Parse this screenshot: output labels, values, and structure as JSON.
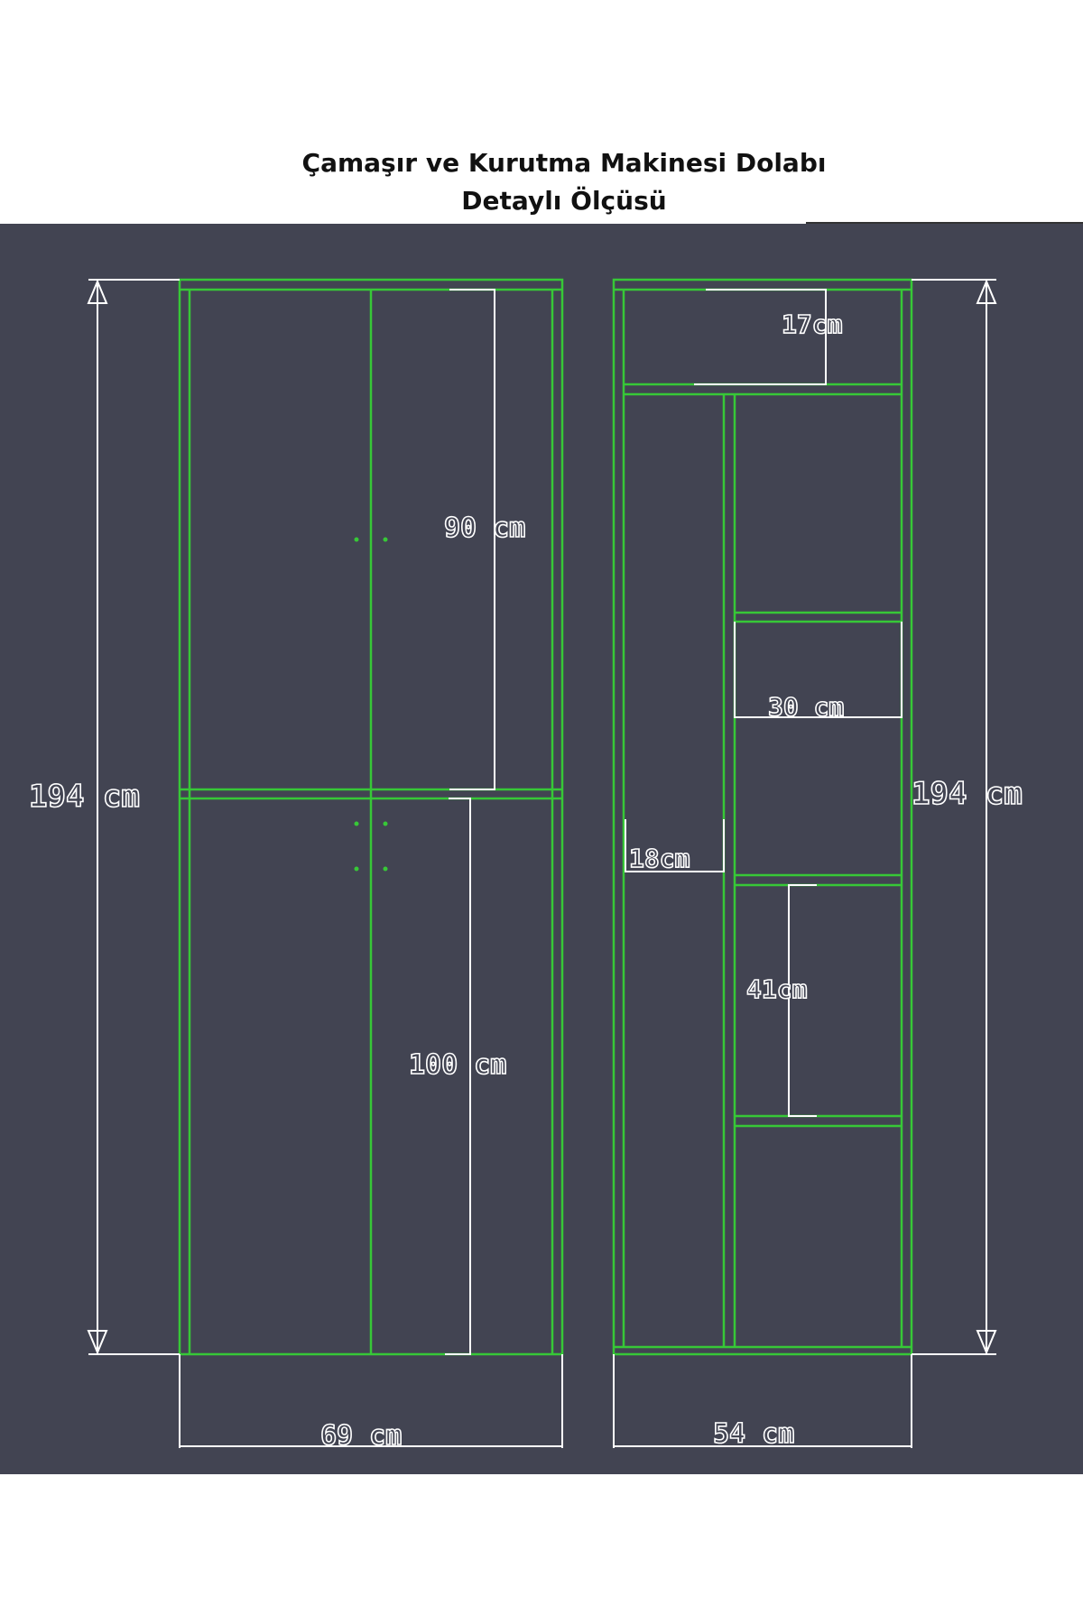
{
  "title": {
    "line1": "Çamaşır ve Kurutma Makinesi Dolabı",
    "line2": "Detaylı Ölçüsü"
  },
  "colors": {
    "background": "#424452",
    "panel_lines": "#37c837",
    "dimension_lines": "#ffffff",
    "title_text": "#111111"
  },
  "front_view": {
    "height_label": "194 cm",
    "width_label": "69 cm",
    "upper_door_label": "90 cm",
    "lower_door_label": "100 cm"
  },
  "side_view": {
    "height_label": "194 cm",
    "width_label": "54 cm",
    "top_compartment_label": "17cm",
    "shelf_width_label": "30 cm",
    "narrow_column_label": "18cm",
    "middle_compartment_label": "41cm"
  }
}
